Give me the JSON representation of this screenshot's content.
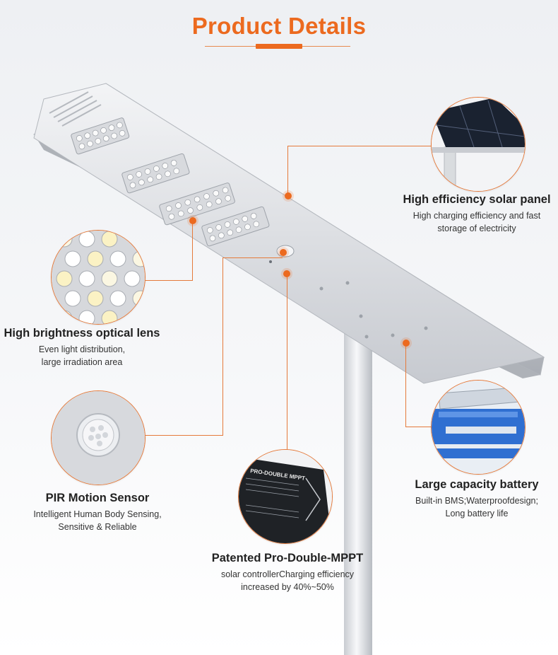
{
  "header": {
    "title": "Product Details"
  },
  "colors": {
    "accent": "#ec6a1f",
    "line": "#e57a3b"
  },
  "features": {
    "solar": {
      "title": "High efficiency solar panel",
      "desc_1": "High charging efficiency and fast",
      "desc_2": "storage of electricity"
    },
    "lens": {
      "title": "High brightness optical lens",
      "desc_1": "Even light distribution,",
      "desc_2": "large irradiation area"
    },
    "pir": {
      "title": "PIR Motion Sensor",
      "desc_1": "Intelligent Human Body Sensing,",
      "desc_2": "Sensitive & Reliable"
    },
    "battery": {
      "title": "Large capacity battery",
      "desc_1": "Built-in BMS;Waterproofdesign;",
      "desc_2": "Long battery life"
    },
    "mppt": {
      "title": "Patented Pro-Double-MPPT",
      "desc_1": "solar controllerCharging efficiency",
      "desc_2": "increased by 40%~50%"
    }
  },
  "controller_label": "PRO-DOUBLE MPPT"
}
